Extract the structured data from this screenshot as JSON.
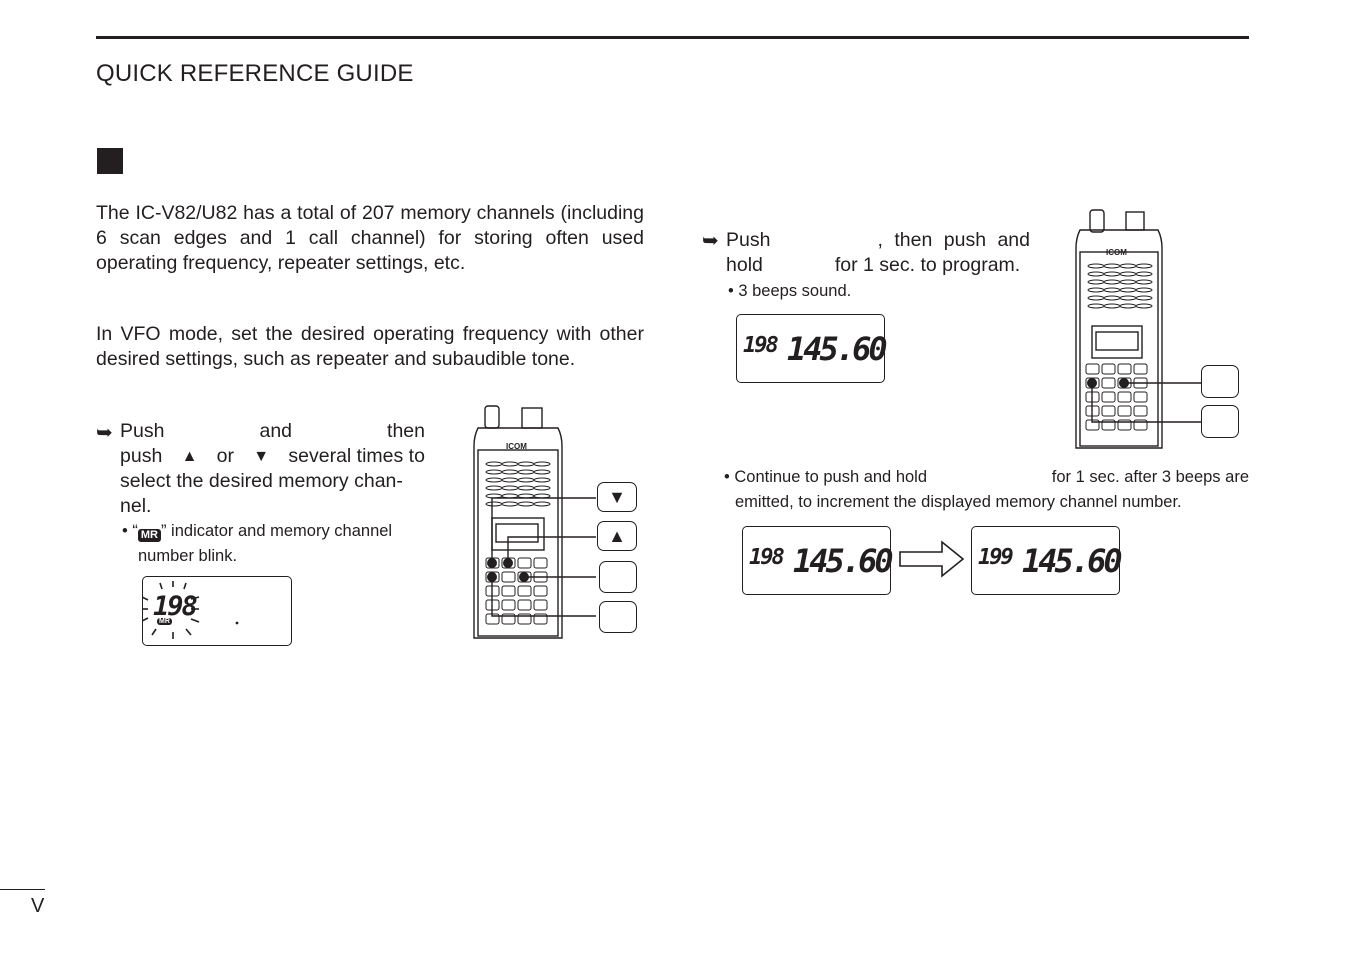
{
  "header": {
    "title": "QUICK REFERENCE GUIDE"
  },
  "intro": {
    "p1": "The IC-V82/U82 has a total of 207 memory channels (including 6 scan edges and 1 call channel) for storing often used operating frequency, repeater settings, etc.",
    "p2": "In VFO mode, set the desired operating frequency with other desired settings, such as repeater and subaudible tone."
  },
  "step1": {
    "line1_a": "Push",
    "line1_b": "and",
    "line1_c": "then",
    "line2_a": "push",
    "line2_or": "or",
    "line2_b": "several times to",
    "line3": "select the desired memory chan-",
    "line4": "nel.",
    "note_a": "• “",
    "note_mr": "MR",
    "note_b": "” indicator and memory channel",
    "note_c": "number blink.",
    "lcd_channel": "198",
    "lcd_mr": "MR"
  },
  "step2": {
    "line1_a": "Push",
    "line1_b": ", then push and",
    "line2_a": "hold",
    "line2_b": "for 1 sec. to program.",
    "note": "• 3 beeps sound.",
    "lcd_channel": "198",
    "lcd_freq": "145.60"
  },
  "step3": {
    "note_a": "• Continue to push and hold",
    "note_b": "for 1 sec. after 3 beeps are",
    "note_c": "emitted, to increment the displayed memory channel number.",
    "lcd_before_channel": "198",
    "lcd_before_freq": "145.60",
    "lcd_after_channel": "199",
    "lcd_after_freq": "145.60"
  },
  "radio": {
    "brand": "ICOM"
  },
  "keys": {
    "down": "▼",
    "up": "▲"
  },
  "footer": {
    "page": "V"
  }
}
